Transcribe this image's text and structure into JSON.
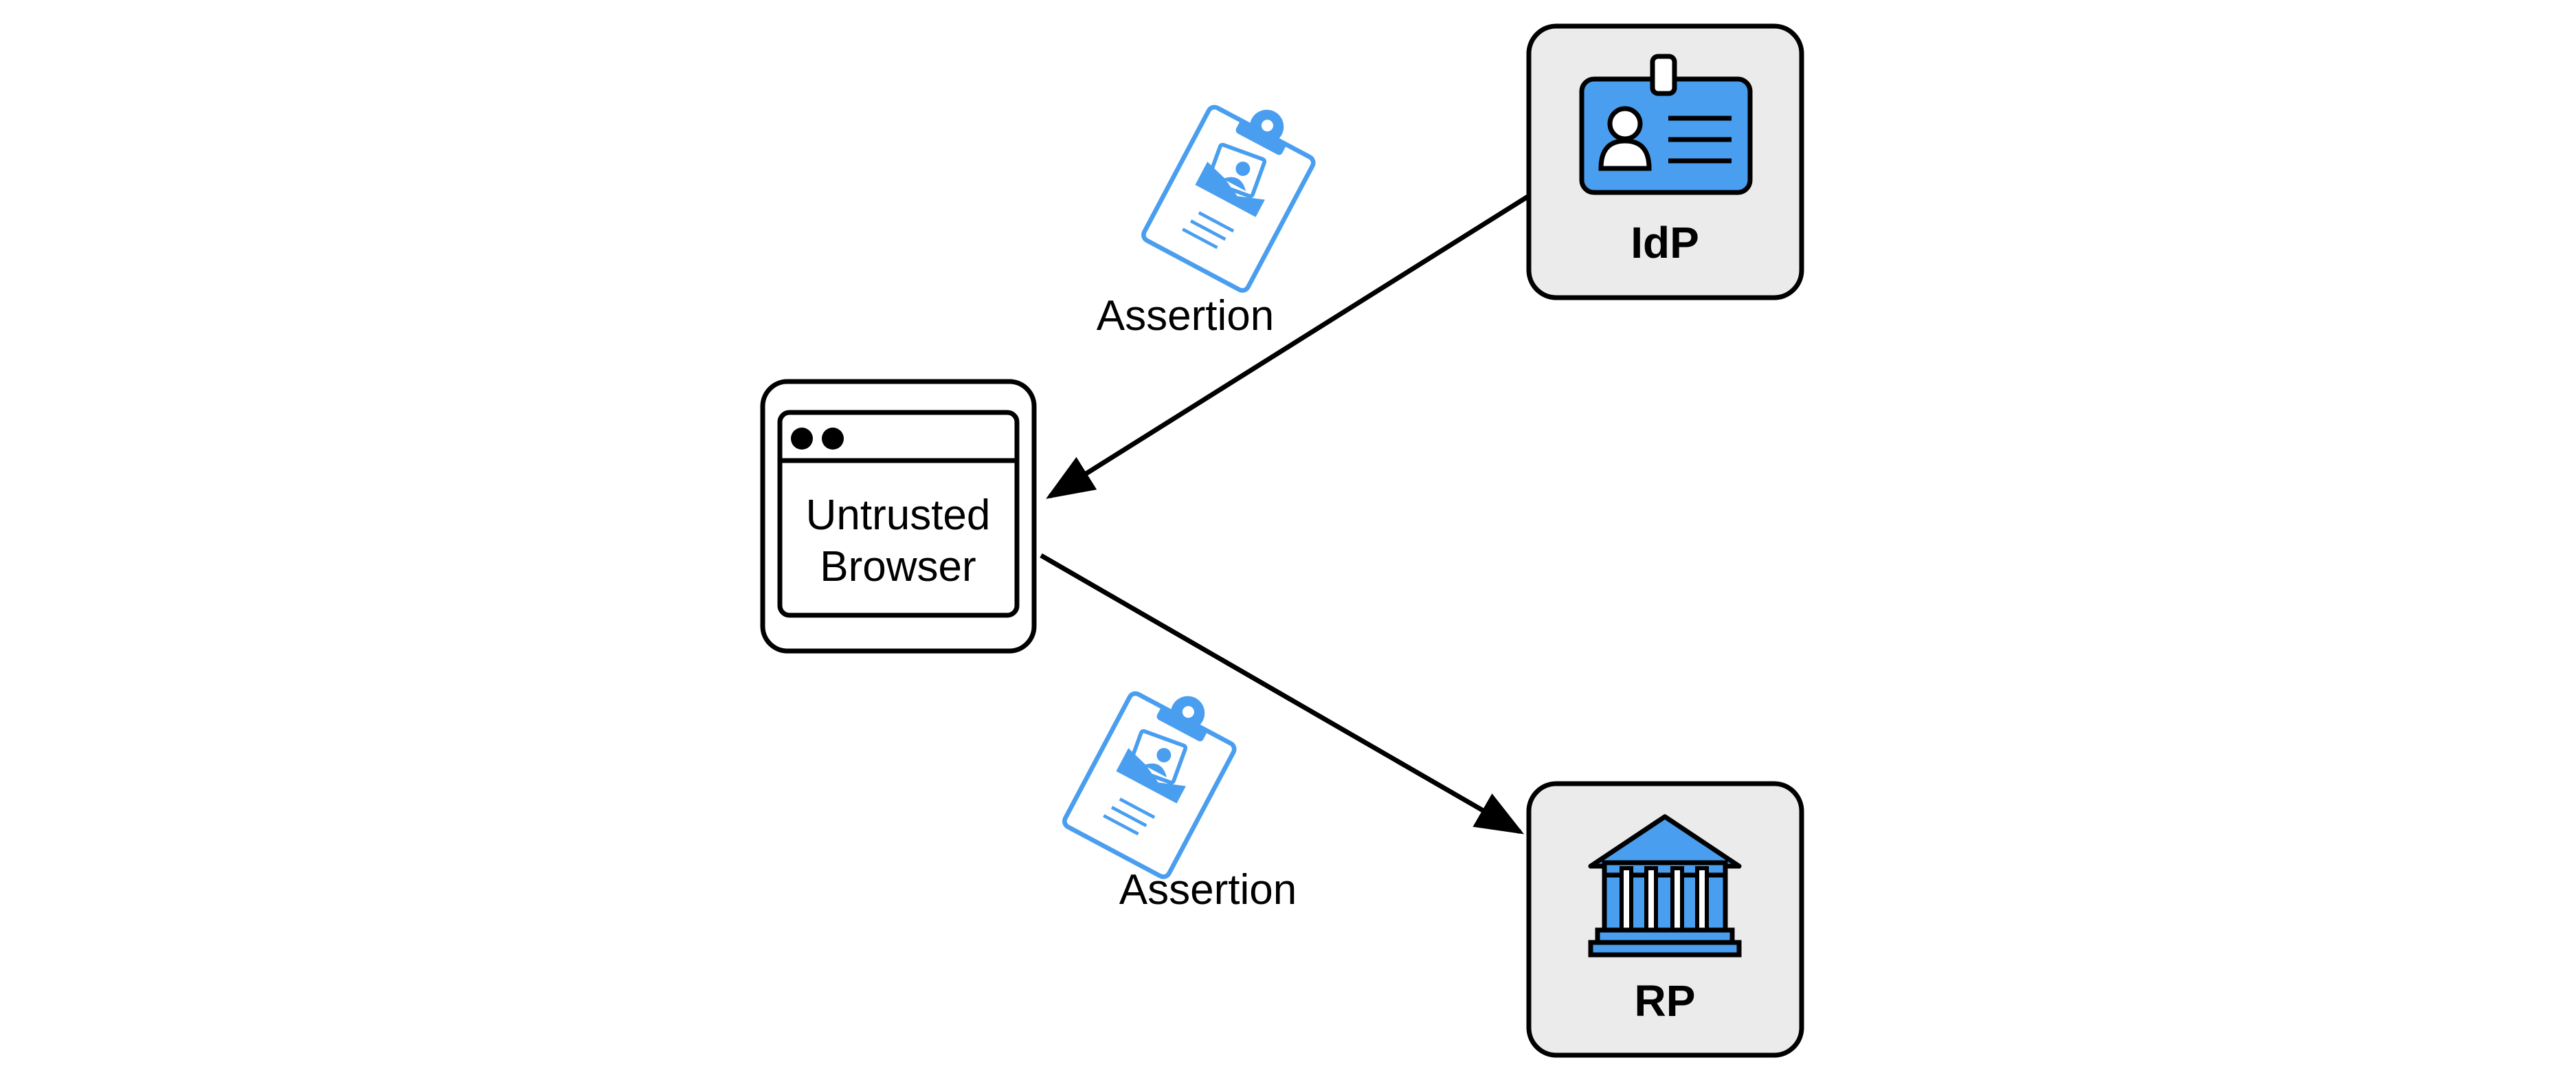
{
  "colors": {
    "accent": "#4a9eef",
    "node_fill": "#ebebeb",
    "stroke": "#000000"
  },
  "nodes": {
    "idp": {
      "label": "IdP",
      "icon": "id-badge-icon"
    },
    "rp": {
      "label": "RP",
      "icon": "bank-building-icon"
    },
    "browser": {
      "label_line1": "Untrusted",
      "label_line2": "Browser",
      "icon": "browser-window-icon"
    }
  },
  "edges": [
    {
      "from": "IdP",
      "to": "Untrusted Browser",
      "label": "Assertion",
      "icon": "clipboard-assertion-icon"
    },
    {
      "from": "Untrusted Browser",
      "to": "RP",
      "label": "Assertion",
      "icon": "clipboard-assertion-icon"
    }
  ]
}
